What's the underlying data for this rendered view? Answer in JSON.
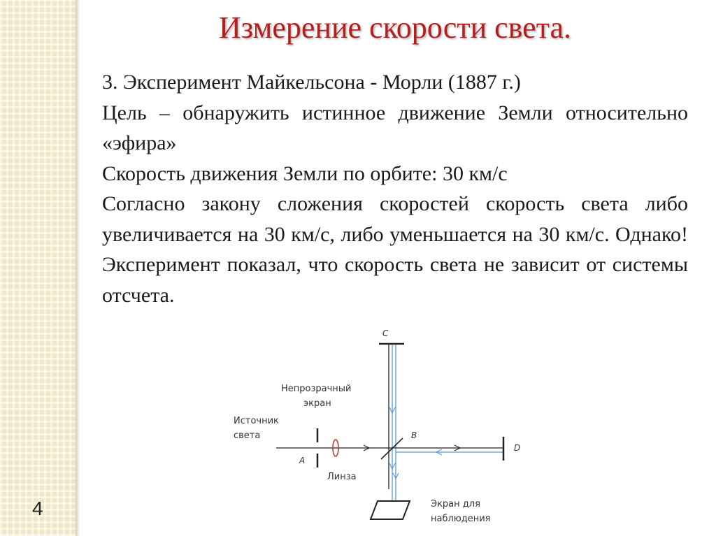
{
  "slide": {
    "number": "4",
    "title": "Измерение скорости света."
  },
  "content": {
    "heading": "3. Эксперимент Майкельсона - Морли (1887 г.)",
    "goal": "Цель – обнаружить истинное движение Земли относительно «эфира»",
    "earth_speed": "Скорость движения Земли по орбите: 30 км/с",
    "explanation": "Согласно закону сложения скоростей скорость света либо увеличивается на 30 км/с, либо уменьшается на 30 км/с. Однако! Эксперимент показал, что скорость света не зависит от системы отсчета."
  },
  "diagram": {
    "label_source_line1": "Источник",
    "label_source_line2": "света",
    "label_opaque_line1": "Непрозрачный",
    "label_opaque_line2": "экран",
    "label_lens": "Линза",
    "label_screen_line1": "Экран для",
    "label_screen_line2": "наблюдения",
    "point_a": "A",
    "point_b": "B",
    "point_c": "C",
    "point_d": "D",
    "colors": {
      "beam": "#5b9bd5",
      "lens": "#c0392b",
      "line": "#222222"
    }
  },
  "colors": {
    "title": "#b81d1d",
    "text": "#1a1a1a",
    "strip": "#efe6c6"
  }
}
